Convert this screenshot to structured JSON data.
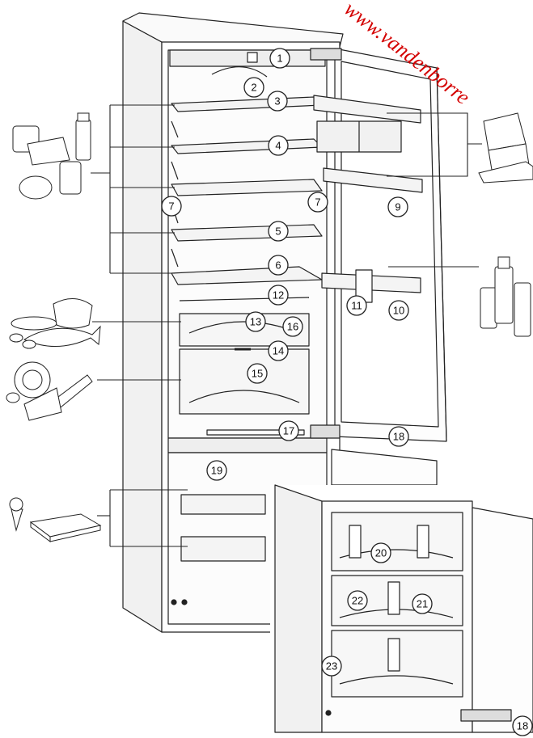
{
  "watermark": "www.vandenborre",
  "callouts": [
    "1",
    "2",
    "3",
    "4",
    "5",
    "6",
    "7",
    "7",
    "9",
    "10",
    "11",
    "12",
    "13",
    "14",
    "15",
    "16",
    "17",
    "18",
    "18",
    "19",
    "20",
    "21",
    "22",
    "23"
  ],
  "colors": {
    "line": "#222222",
    "fill": "#ffffff",
    "shade": "#e9e9e9",
    "watermark": "#d40000"
  }
}
